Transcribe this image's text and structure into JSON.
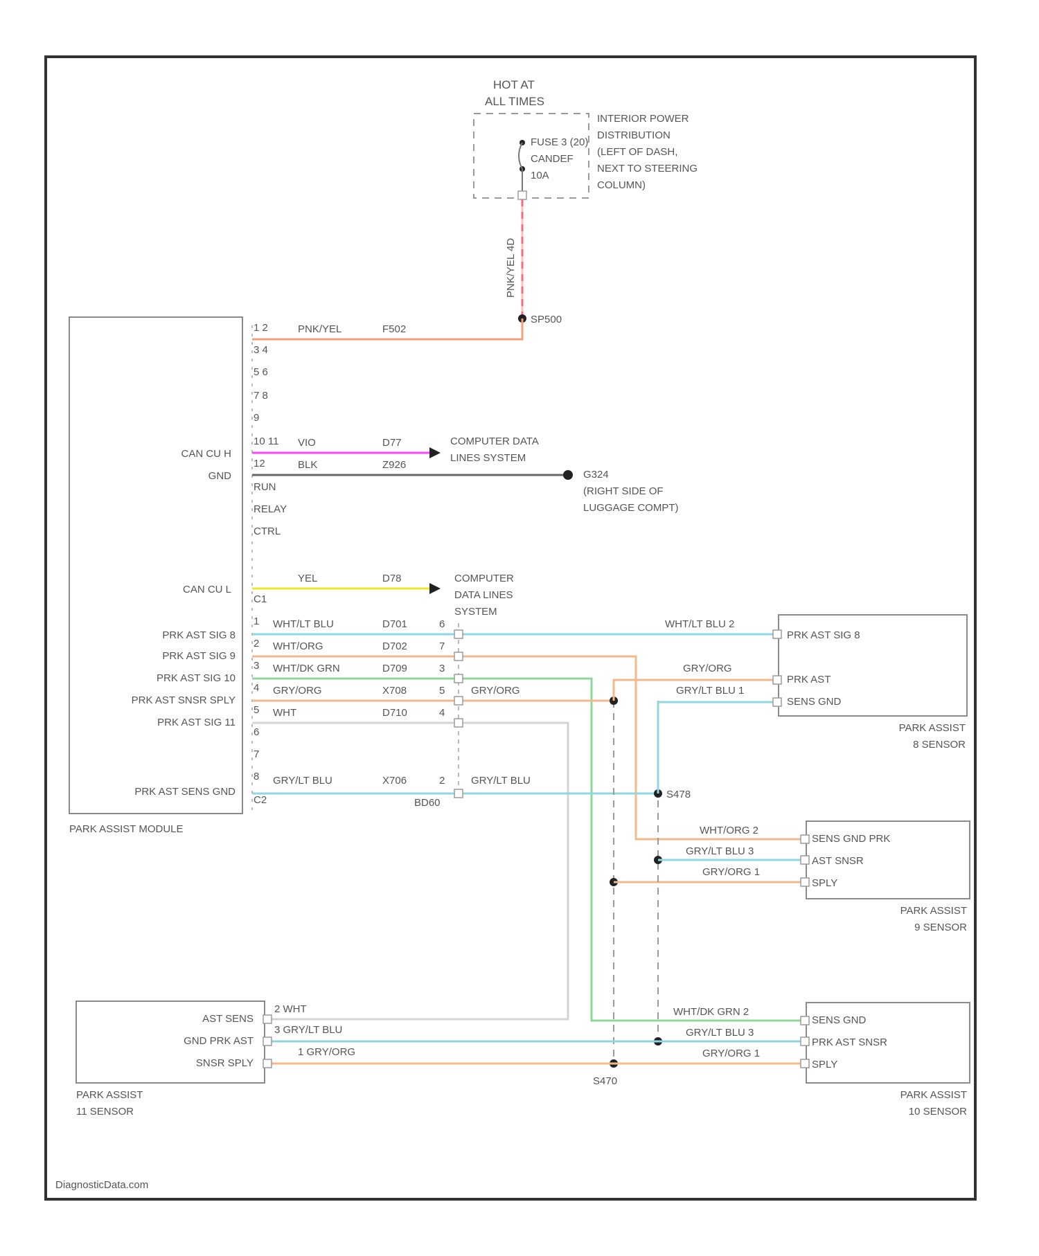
{
  "fuse": {
    "hot_line1": "HOT AT",
    "hot_line2": "ALL TIMES",
    "fuse_line1": "FUSE 3 (20)",
    "fuse_line2": "CANDEF",
    "fuse_line3": "10A",
    "location_line1": "INTERIOR POWER",
    "location_line2": "DISTRIBUTION",
    "location_line3": "(LEFT OF DASH,",
    "location_line4": "NEXT TO STEERING",
    "location_line5": "COLUMN)",
    "wire_vertical": "PNK/YEL  4D"
  },
  "splice_top": "SP500",
  "module": {
    "name": "PARK ASSIST MODULE",
    "labels": [
      "CAN CU H",
      "GND",
      "RUN",
      "RELAY",
      "CTRL",
      "CAN CU L",
      "PRK AST SIG 8",
      "PRK AST SIG 9",
      "PRK AST SIG 10",
      "PRK AST SNSR SPLY",
      "PRK AST SIG 11",
      "PRK AST SENS GND"
    ],
    "pins": [
      "1 2",
      "3 4",
      "5 6",
      "7 8",
      "9",
      "10 11",
      "12",
      "",
      "",
      "",
      "",
      "C1",
      "1",
      "2",
      "3",
      "4",
      "5",
      "6",
      "7",
      "8",
      "C2"
    ]
  },
  "wires": {
    "pwr_color": "PNK/YEL",
    "pwr_circuit": "F502",
    "canh_color": "VIO",
    "canh_circuit": "D77",
    "gnd_color": "BLK",
    "gnd_circuit": "Z926",
    "canl_color": "YEL",
    "canl_circuit": "D78",
    "c2_colors": [
      "WHT/LT BLU",
      "WHT/ORG",
      "WHT/DK GRN",
      "GRY/ORG",
      "WHT",
      "GRY/LT BLU"
    ],
    "c2_circuits": [
      "D701",
      "D702",
      "D709",
      "X708",
      "D710",
      "X706"
    ],
    "c2_far_pins": [
      "6",
      "7",
      "3",
      "5",
      "4",
      "2"
    ],
    "gryorg_mid": "GRY/ORG",
    "grylt_mid": "GRY/LT BLU",
    "connector_id": "BD60"
  },
  "destinations": {
    "cdl1_line1": "COMPUTER DATA",
    "cdl1_line2": "LINES SYSTEM",
    "gnd_line1": "G324",
    "gnd_line2": "(RIGHT SIDE OF",
    "gnd_line3": "LUGGAGE COMPT)",
    "cdl2_line1": "COMPUTER",
    "cdl2_line2": "DATA LINES",
    "cdl2_line3": "SYSTEM"
  },
  "splices": {
    "s1": "S470",
    "s2": "S478"
  },
  "sensor8": {
    "name_line1": "PARK ASSIST",
    "name_line2": "8 SENSOR",
    "pins": [
      "PRK AST SIG 8",
      "PRK AST",
      "SENS GND"
    ],
    "wire_top": "WHT/LT BLU  2",
    "wire_mid": "GRY/ORG",
    "wire_bot": "GRY/LT BLU  1"
  },
  "sensor9": {
    "name_line1": "PARK ASSIST",
    "name_line2": "9 SENSOR",
    "pins": [
      "SENS GND PRK",
      "AST SNSR",
      "SPLY"
    ],
    "wire_top": "WHT/ORG  2",
    "wire_mid": "GRY/LT BLU  3",
    "wire_bot": "GRY/ORG  1"
  },
  "sensor10": {
    "name_line1": "PARK ASSIST",
    "name_line2": "10 SENSOR",
    "pins": [
      "SENS GND",
      "PRK AST SNSR",
      "SPLY"
    ],
    "wire_top": "WHT/DK GRN  2",
    "wire_mid": "GRY/LT BLU  3",
    "wire_bot": "GRY/ORG  1"
  },
  "sensor11": {
    "name_line1": "PARK ASSIST",
    "name_line2": "11 SENSOR",
    "pins": [
      "AST SENS",
      "GND PRK AST",
      "SNSR SPLY"
    ],
    "wire_top": "2  WHT",
    "wire_mid": "3  GRY/LT BLU",
    "wire_bot": "1  GRY/ORG"
  },
  "footer": "DiagnosticData.com",
  "colors": {
    "frame": "#333333",
    "power": "#f0a07c",
    "power_dash": "#f06a8a",
    "can_h": "#ff44ff",
    "ground": "#666666",
    "can_l": "#e8e82a",
    "lt_blu": "#8fd6e0",
    "org": "#f2b98a",
    "grn": "#8fd69a",
    "wht": "#cfcfcf"
  }
}
